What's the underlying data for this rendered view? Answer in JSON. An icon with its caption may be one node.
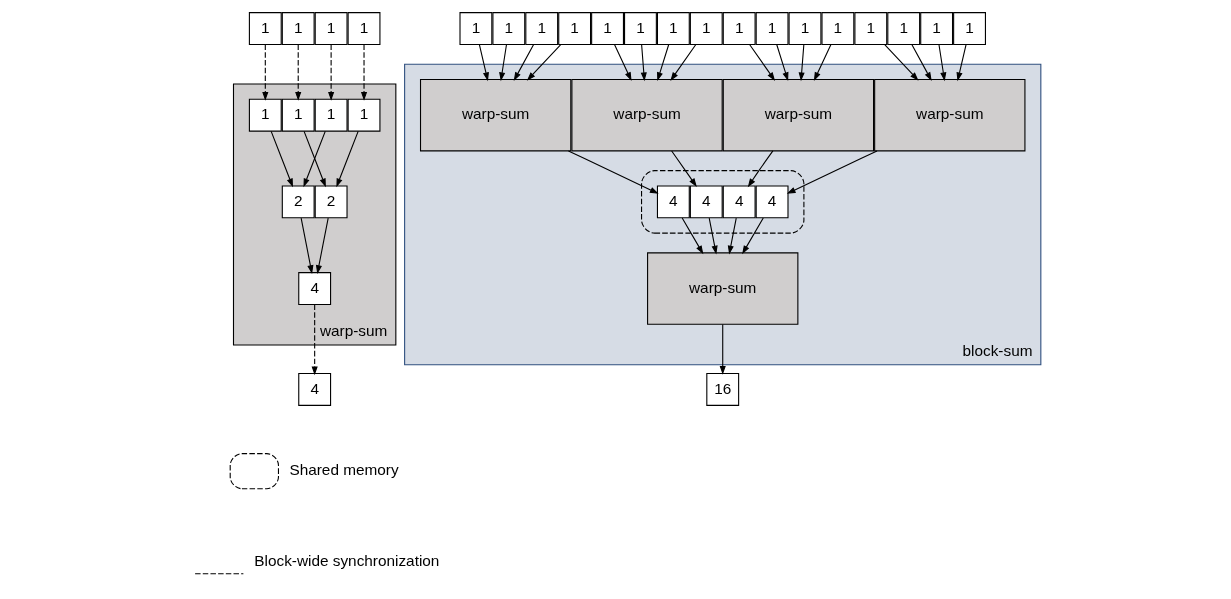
{
  "diagram": {
    "nodes": [
      {
        "text": [
          "1"
        ]
      },
      {
        "text": [
          "1"
        ]
      },
      {
        "text": [
          "1"
        ]
      },
      {
        "text": [
          "1"
        ]
      },
      {
        "text": [
          "warp-sum"
        ]
      },
      {
        "text": [
          "1"
        ],
        "in": 4
      },
      {
        "text": [
          "1"
        ],
        "in": 4
      },
      {
        "text": [
          "1"
        ],
        "in": 4
      },
      {
        "text": [
          "1"
        ],
        "in": 4
      },
      {
        "text": [
          "2"
        ],
        "in": 4
      },
      {
        "text": [
          "2"
        ],
        "in": 4
      },
      {
        "text": [
          "4"
        ],
        "in": 4
      },
      {
        "text": [
          "4"
        ]
      },
      {
        "text": [
          "1"
        ]
      },
      {
        "text": [
          "1"
        ]
      },
      {
        "text": [
          "1"
        ]
      },
      {
        "text": [
          "1"
        ]
      },
      {
        "text": [
          "1"
        ]
      },
      {
        "text": [
          "1"
        ]
      },
      {
        "text": [
          "1"
        ]
      },
      {
        "text": [
          "1"
        ]
      },
      {
        "text": [
          "1"
        ]
      },
      {
        "text": [
          "1"
        ]
      },
      {
        "text": [
          "1"
        ]
      },
      {
        "text": [
          "1"
        ]
      },
      {
        "text": [
          "1"
        ]
      },
      {
        "text": [
          "1"
        ]
      },
      {
        "text": [
          "1"
        ]
      },
      {
        "text": [
          "1"
        ]
      },
      {
        "text": [
          "block-sum"
        ]
      },
      {
        "text": [
          "warp-sum"
        ],
        "in": 29
      },
      {
        "text": [
          "warp-sum"
        ],
        "in": 29
      },
      {
        "text": [
          "warp-sum"
        ],
        "in": 29
      },
      {
        "text": [
          "warp-sum"
        ],
        "in": 29
      },
      {
        "text": [],
        "shape": "box",
        "in": 29
      },
      {
        "text": [
          "4"
        ],
        "in": 34
      },
      {
        "text": [
          "4"
        ],
        "in": 34
      },
      {
        "text": [
          "4"
        ],
        "in": 34
      },
      {
        "text": [
          "4"
        ],
        "in": 34
      },
      {
        "text": [
          "warp-sum"
        ],
        "in": 29
      },
      {
        "text": [
          "16"
        ]
      }
    ],
    "edges": [
      {
        "from": 0,
        "to": 5,
        "arrow": "to",
        "style": "dashed"
      },
      {
        "from": 1,
        "to": 6,
        "arrow": "to",
        "style": "dashed"
      },
      {
        "from": 2,
        "to": 7,
        "arrow": "to",
        "style": "dashed"
      },
      {
        "from": 3,
        "to": 8,
        "arrow": "to",
        "style": "dashed"
      },
      {
        "from": 5,
        "to": 9,
        "arrow": "to"
      },
      {
        "from": 6,
        "to": 10,
        "arrow": "to"
      },
      {
        "from": 7,
        "to": 9,
        "arrow": "to"
      },
      {
        "from": 8,
        "to": 10,
        "arrow": "to"
      },
      {
        "from": 9,
        "to": 11,
        "arrow": "to"
      },
      {
        "from": 10,
        "to": 11,
        "arrow": "to"
      },
      {
        "from": 11,
        "to": 12,
        "arrow": "to",
        "style": "dashed"
      },
      {
        "from": 13,
        "to": 30,
        "arrow": "to"
      },
      {
        "from": 14,
        "to": 30,
        "arrow": "to"
      },
      {
        "from": 15,
        "to": 30,
        "arrow": "to"
      },
      {
        "from": 16,
        "to": 30,
        "arrow": "to"
      },
      {
        "from": 17,
        "to": 31,
        "arrow": "to"
      },
      {
        "from": 18,
        "to": 31,
        "arrow": "to"
      },
      {
        "from": 19,
        "to": 31,
        "arrow": "to"
      },
      {
        "from": 20,
        "to": 31,
        "arrow": "to"
      },
      {
        "from": 21,
        "to": 32,
        "arrow": "to"
      },
      {
        "from": 22,
        "to": 32,
        "arrow": "to"
      },
      {
        "from": 23,
        "to": 32,
        "arrow": "to"
      },
      {
        "from": 24,
        "to": 32,
        "arrow": "to"
      },
      {
        "from": 25,
        "to": 33,
        "arrow": "to"
      },
      {
        "from": 26,
        "to": 33,
        "arrow": "to"
      },
      {
        "from": 27,
        "to": 33,
        "arrow": "to"
      },
      {
        "from": 28,
        "to": 33,
        "arrow": "to"
      },
      {
        "from": 30,
        "to": 35,
        "arrow": "to"
      },
      {
        "from": 31,
        "to": 36,
        "arrow": "to"
      },
      {
        "from": 32,
        "to": 37,
        "arrow": "to"
      },
      {
        "from": 33,
        "to": 38,
        "arrow": "to"
      },
      {
        "from": 35,
        "to": 39,
        "arrow": "to"
      },
      {
        "from": 36,
        "to": 39,
        "arrow": "to"
      },
      {
        "from": 37,
        "to": 39,
        "arrow": "to"
      },
      {
        "from": 38,
        "to": 39,
        "arrow": "to"
      },
      {
        "from": 39,
        "to": 40,
        "arrow": "to"
      }
    ],
    "legend": [
      {
        "text": "Shared memory"
      },
      {
        "text": "Block-wide synchronization"
      }
    ]
  }
}
